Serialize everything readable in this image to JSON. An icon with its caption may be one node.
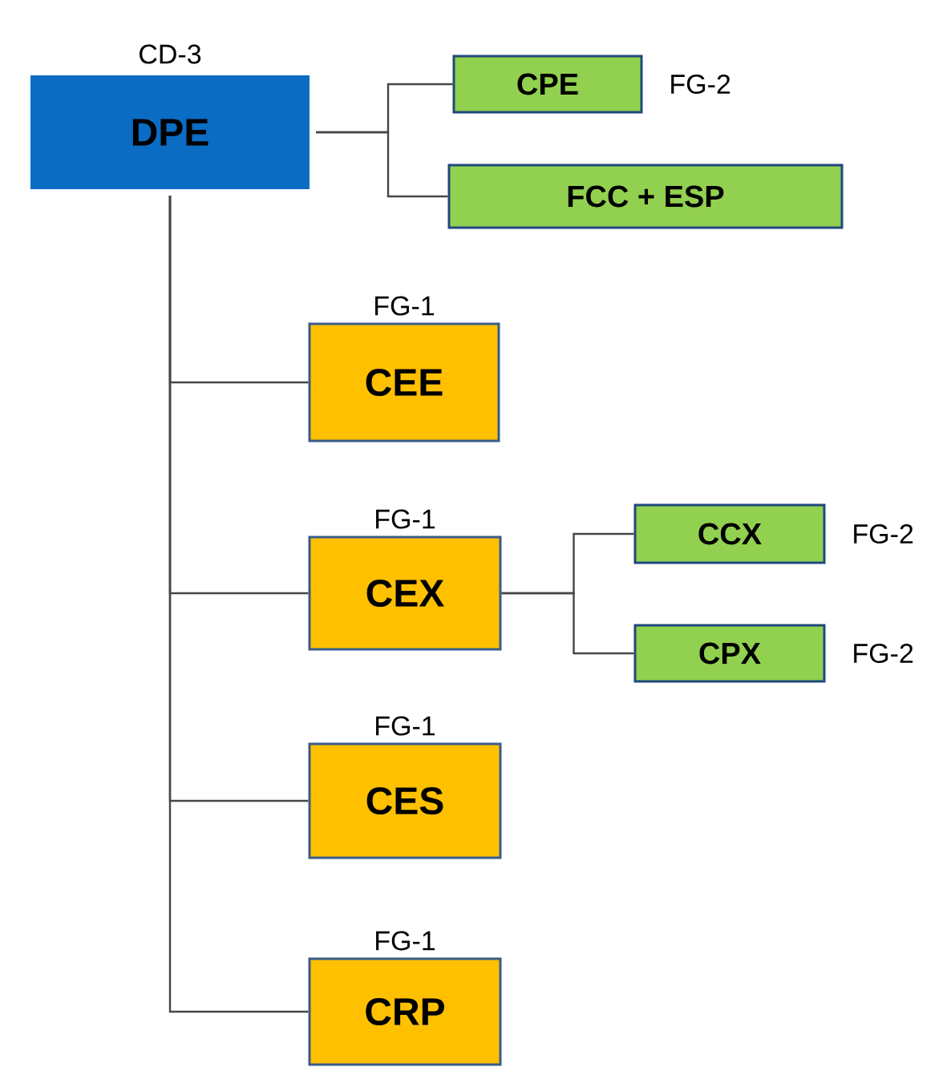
{
  "diagram": {
    "nodes": [
      {
        "text": [
          "DPE"
        ],
        "beside": [
          "CD-3"
        ]
      },
      {
        "text": [
          "CPE"
        ],
        "beside": [
          "FG-2"
        ]
      },
      {
        "text": [
          "FCC + ESP"
        ]
      },
      {
        "text": [
          "CEE"
        ],
        "beside": [
          "FG-1"
        ]
      },
      {
        "text": [
          "CEX"
        ],
        "beside": [
          "FG-1"
        ]
      },
      {
        "text": [
          "CCX"
        ],
        "beside": [
          "FG-2"
        ]
      },
      {
        "text": [
          "CPX"
        ],
        "beside": [
          "FG-2"
        ]
      },
      {
        "text": [
          "CES"
        ],
        "beside": [
          "FG-1"
        ]
      },
      {
        "text": [
          "CRP"
        ],
        "beside": [
          "FG-1"
        ]
      }
    ],
    "edges": [
      {
        "from": 0,
        "to": 1,
        "arrow": "none"
      },
      {
        "from": 0,
        "to": 2,
        "arrow": "none"
      },
      {
        "from": 0,
        "to": 3,
        "arrow": "none"
      },
      {
        "from": 0,
        "to": 4,
        "arrow": "none"
      },
      {
        "from": 4,
        "to": 5,
        "arrow": "none"
      },
      {
        "from": 4,
        "to": 6,
        "arrow": "none"
      },
      {
        "from": 0,
        "to": 7,
        "arrow": "none"
      },
      {
        "from": 0,
        "to": 8,
        "arrow": "none"
      }
    ]
  }
}
